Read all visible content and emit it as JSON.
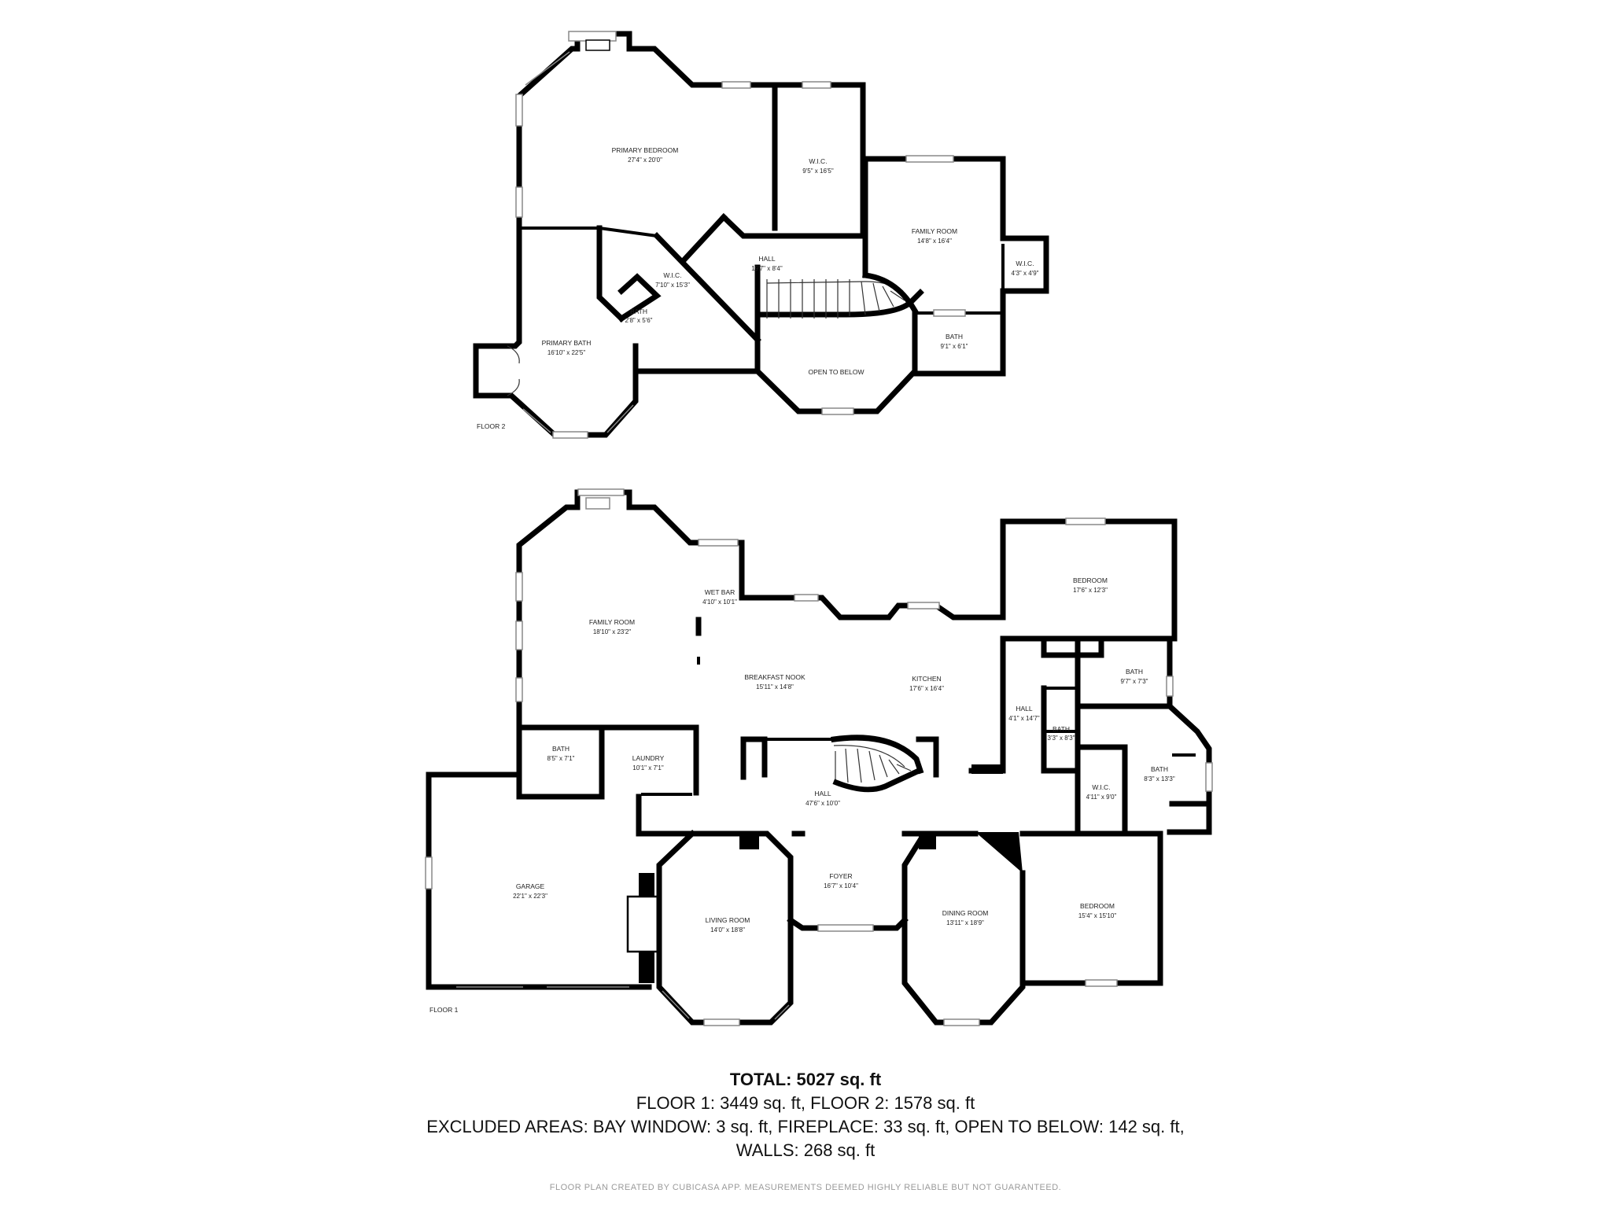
{
  "floors": [
    {
      "label": "FLOOR 2",
      "rooms": [
        {
          "name": "PRIMARY BEDROOM",
          "dims": "27'4\" x 20'0\""
        },
        {
          "name": "W.I.C.",
          "dims": "9'5\" x 16'5\""
        },
        {
          "name": "FAMILY ROOM",
          "dims": "14'8\" x 16'4\""
        },
        {
          "name": "W.I.C.",
          "dims": "4'3\" x 4'9\""
        },
        {
          "name": "HALL",
          "dims": "19'7\" x 8'4\""
        },
        {
          "name": "W.I.C.",
          "dims": "7'10\" x 15'3\""
        },
        {
          "name": "BATH",
          "dims": "2'8\" x 5'6\""
        },
        {
          "name": "PRIMARY BATH",
          "dims": "16'10\" x 22'5\""
        },
        {
          "name": "BATH",
          "dims": "9'1\" x 6'1\""
        },
        {
          "name": "OPEN TO BELOW",
          "dims": ""
        }
      ]
    },
    {
      "label": "FLOOR 1",
      "rooms": [
        {
          "name": "FAMILY ROOM",
          "dims": "18'10\" x 23'2\""
        },
        {
          "name": "WET BAR",
          "dims": "4'10\" x 10'1\""
        },
        {
          "name": "BREAKFAST NOOK",
          "dims": "15'11\" x 14'8\""
        },
        {
          "name": "KITCHEN",
          "dims": "17'6\" x 16'4\""
        },
        {
          "name": "BEDROOM",
          "dims": "17'6\" x 12'3\""
        },
        {
          "name": "BATH",
          "dims": "9'7\" x 7'3\""
        },
        {
          "name": "HALL",
          "dims": "4'1\" x 14'7\""
        },
        {
          "name": "BATH",
          "dims": "3'3\" x 8'3\""
        },
        {
          "name": "BATH",
          "dims": "8'5\" x 7'1\""
        },
        {
          "name": "LAUNDRY",
          "dims": "10'1\" x 7'1\""
        },
        {
          "name": "HALL",
          "dims": "47'6\" x 10'0\""
        },
        {
          "name": "W.I.C.",
          "dims": "4'11\" x 9'0\""
        },
        {
          "name": "BATH",
          "dims": "8'3\" x 13'3\""
        },
        {
          "name": "GARAGE",
          "dims": "22'1\" x 22'3\""
        },
        {
          "name": "FOYER",
          "dims": "16'7\" x 10'4\""
        },
        {
          "name": "LIVING ROOM",
          "dims": "14'0\" x 18'8\""
        },
        {
          "name": "DINING ROOM",
          "dims": "13'11\" x 18'9\""
        },
        {
          "name": "BEDROOM",
          "dims": "15'4\" x 15'10\""
        }
      ]
    }
  ],
  "summary": {
    "total": "TOTAL: 5027 sq. ft",
    "floors_line": "FLOOR 1: 3449 sq. ft, FLOOR 2: 1578 sq. ft",
    "excluded_line": "EXCLUDED AREAS: BAY WINDOW: 3 sq. ft, FIREPLACE: 33 sq. ft, OPEN TO BELOW: 142 sq. ft,",
    "walls_line": "WALLS: 268 sq. ft"
  },
  "disclaimer": "FLOOR PLAN CREATED BY CUBICASA APP. MEASUREMENTS DEEMED HIGHLY RELIABLE BUT NOT GUARANTEED."
}
